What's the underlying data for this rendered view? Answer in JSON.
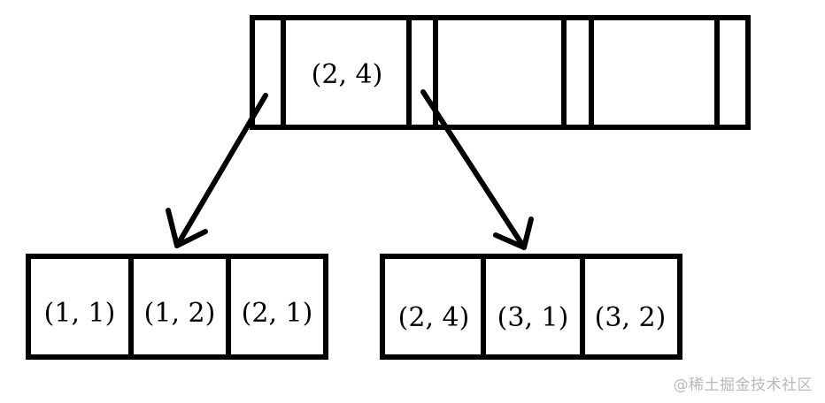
{
  "root_node": {
    "keys": [
      "(2, 4)"
    ]
  },
  "left_leaf": {
    "keys": [
      "(1, 1)",
      "(1, 2)",
      "(2, 1)"
    ]
  },
  "right_leaf": {
    "keys": [
      "(2, 4)",
      "(3, 1)",
      "(3, 2)"
    ]
  },
  "watermark": "@稀土掘金技术社区",
  "colors": {
    "stroke": "#000000",
    "background": "#ffffff",
    "watermark": "#b8b8b8"
  }
}
